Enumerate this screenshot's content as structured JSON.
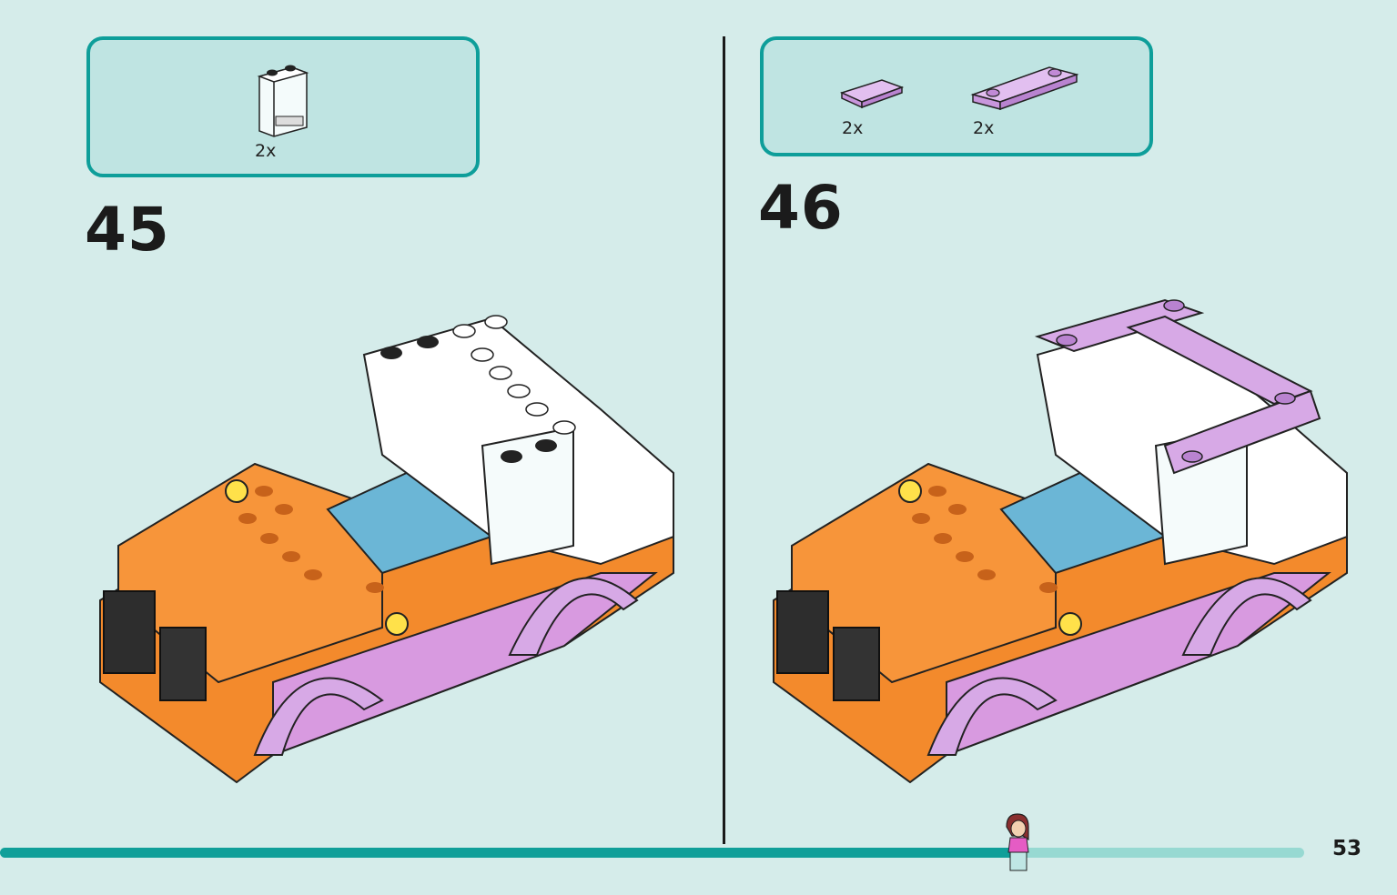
{
  "steps": [
    {
      "number": "45",
      "parts": [
        {
          "name": "transparent-panel-1x2x2",
          "qty": "2x"
        }
      ]
    },
    {
      "number": "46",
      "parts": [
        {
          "name": "lavender-tile-1x2",
          "qty": "2x"
        },
        {
          "name": "lavender-plate-1x4-with-two-studs",
          "qty": "2x"
        }
      ]
    }
  ],
  "page_number": "53",
  "progress": {
    "fraction": 0.78
  },
  "colors": {
    "accent": "#0e9e9a",
    "background": "#d5ecea",
    "car_orange": "#f38a2c",
    "lavender": "#d7a9e6",
    "seat_blue": "#6bb6d6"
  }
}
